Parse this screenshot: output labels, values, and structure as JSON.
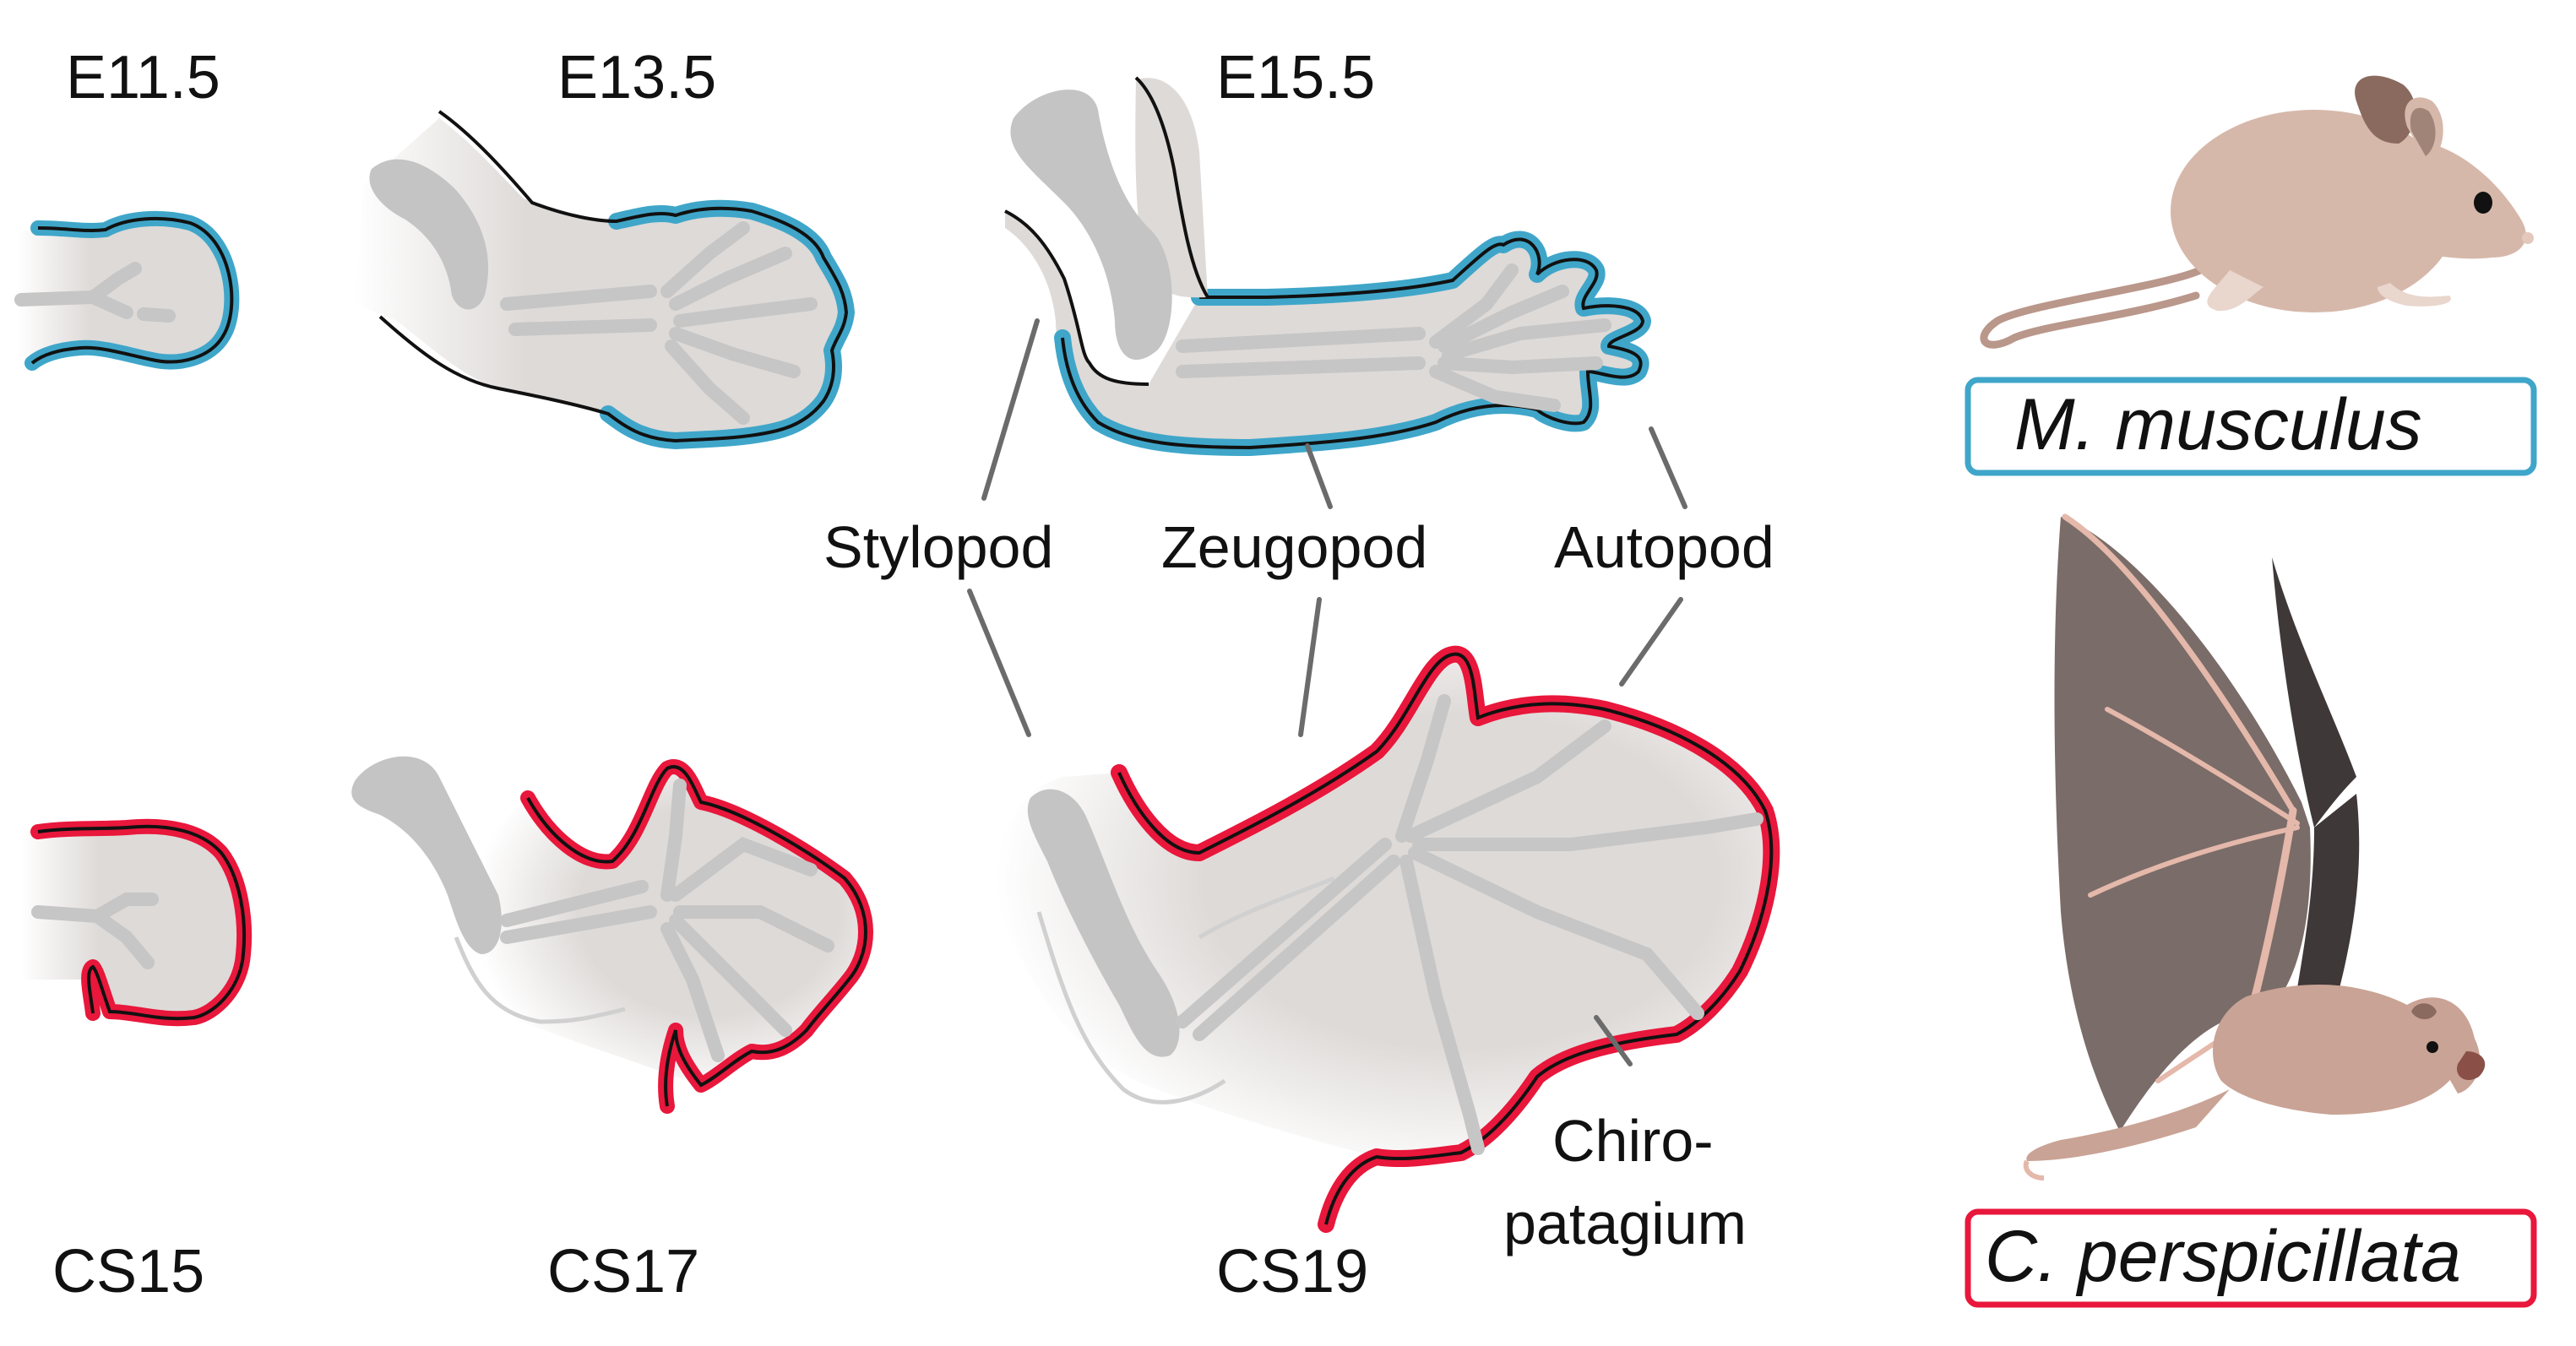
{
  "colors": {
    "mouse_accent": "#3fa6c9",
    "bat_accent": "#e8173b",
    "tissue": "#dedad8",
    "bone": "#c4c4c4",
    "outline": "#111111",
    "leader": "#6b6b6b",
    "mouse_body": "#d6b8aa",
    "bat_wing": "#7a6c68",
    "bat_wing_dark": "#3e3838"
  },
  "mouse_stages": [
    "E11.5",
    "E13.5",
    "E15.5"
  ],
  "bat_stages": [
    "CS15",
    "CS17",
    "CS19"
  ],
  "segments": {
    "stylopod": "Stylopod",
    "zeugopod": "Zeugopod",
    "autopod": "Autopod"
  },
  "chiropatagium": {
    "line1": "Chiro-",
    "line2": "patagium"
  },
  "species": {
    "mouse": "M. musculus",
    "bat": "C. perspicillata"
  },
  "icons": [
    "mouse-illustration",
    "bat-illustration"
  ]
}
